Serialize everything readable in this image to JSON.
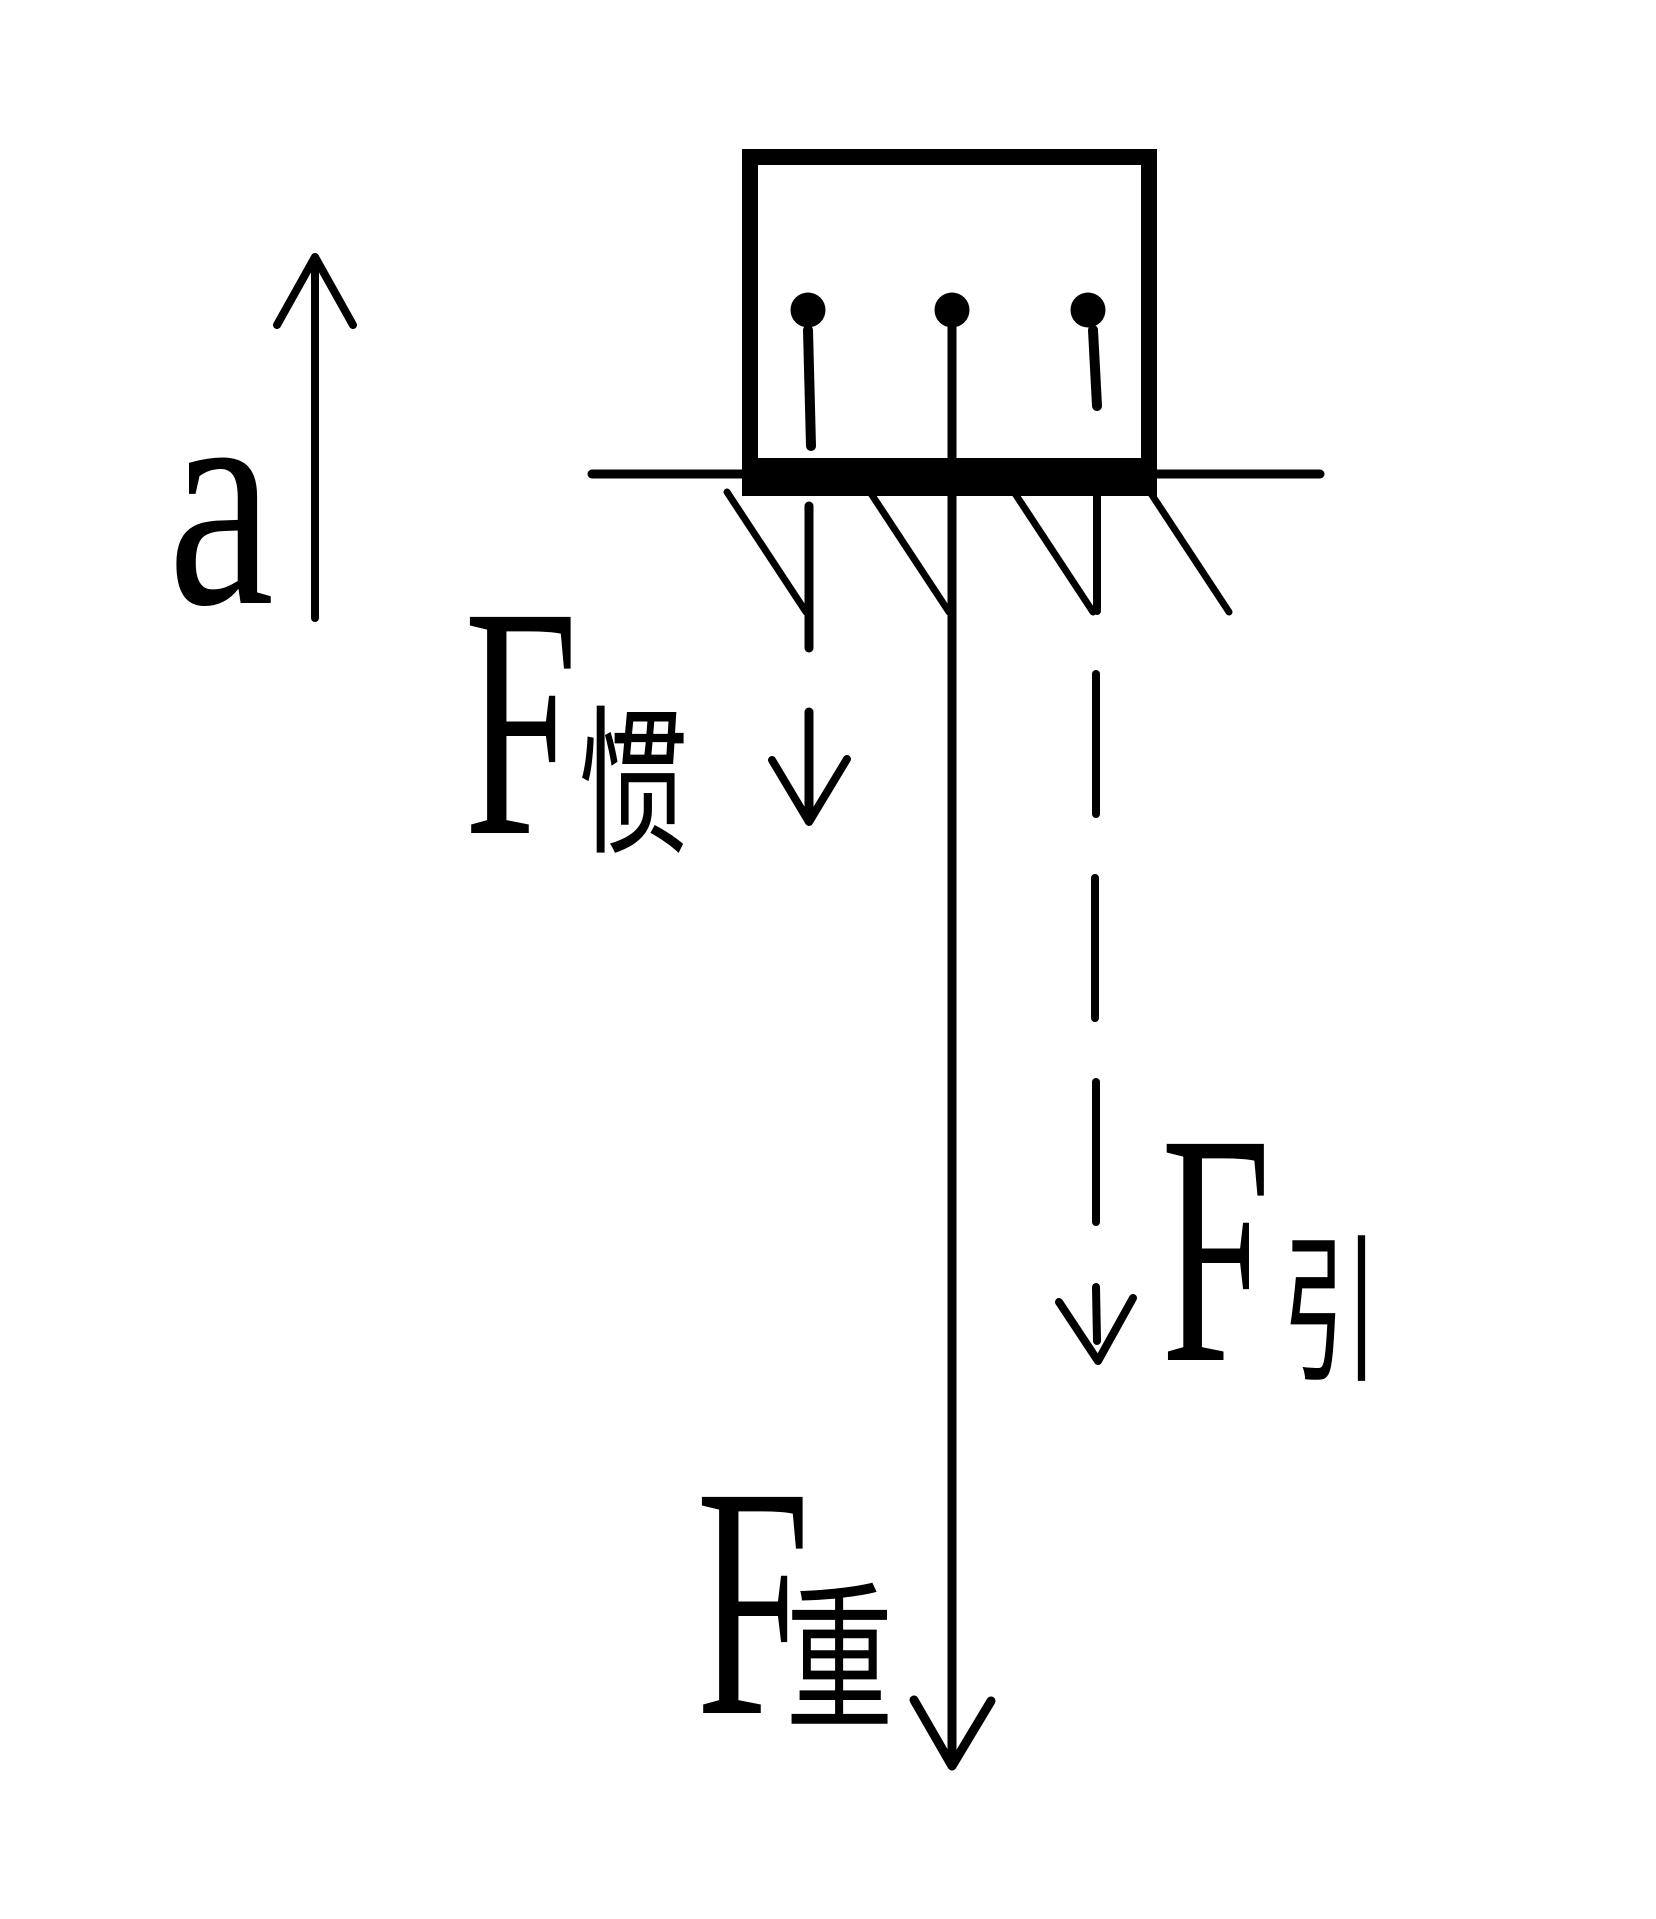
{
  "diagram": {
    "description": "Free-body diagram of a block hanging below a ceiling line, accelerating upward, with three downward force arrows",
    "colors": {
      "ink": "#000000",
      "background": "#ffffff"
    },
    "acceleration": {
      "label": "a",
      "direction": "up"
    },
    "forces": {
      "inertia": {
        "symbol": "F",
        "subscript": "惯",
        "label": "F惯",
        "direction": "down",
        "line_style": "dashed-short"
      },
      "gravity": {
        "symbol": "F",
        "subscript": "重",
        "label": "F重",
        "direction": "down",
        "line_style": "solid-long"
      },
      "attraction": {
        "symbol": "F",
        "subscript": "引",
        "label": "F引",
        "direction": "down",
        "line_style": "dashed-long"
      }
    }
  }
}
